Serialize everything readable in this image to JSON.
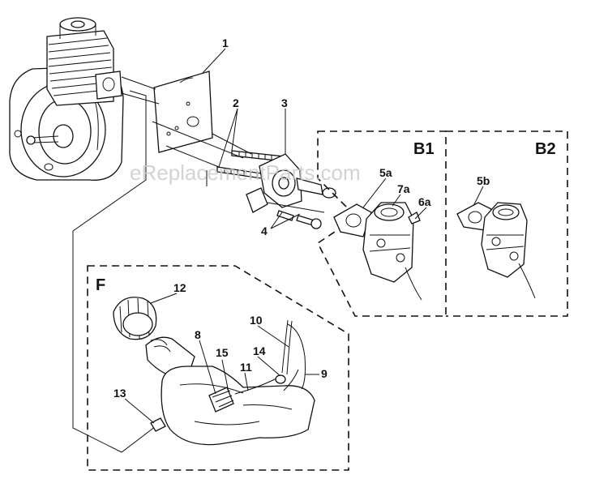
{
  "watermark": "eReplacementParts.com",
  "groups": {
    "b1": "B1",
    "b2": "B2",
    "f": "F"
  },
  "callouts": {
    "c1": "1",
    "c2": "2",
    "c3": "3",
    "c4": "4",
    "c5a": "5a",
    "c7a": "7a",
    "c6a": "6a",
    "c5b": "5b",
    "c12": "12",
    "c8": "8",
    "c15": "15",
    "c14": "14",
    "c11": "11",
    "c10": "10",
    "c9": "9",
    "c13": "13"
  }
}
